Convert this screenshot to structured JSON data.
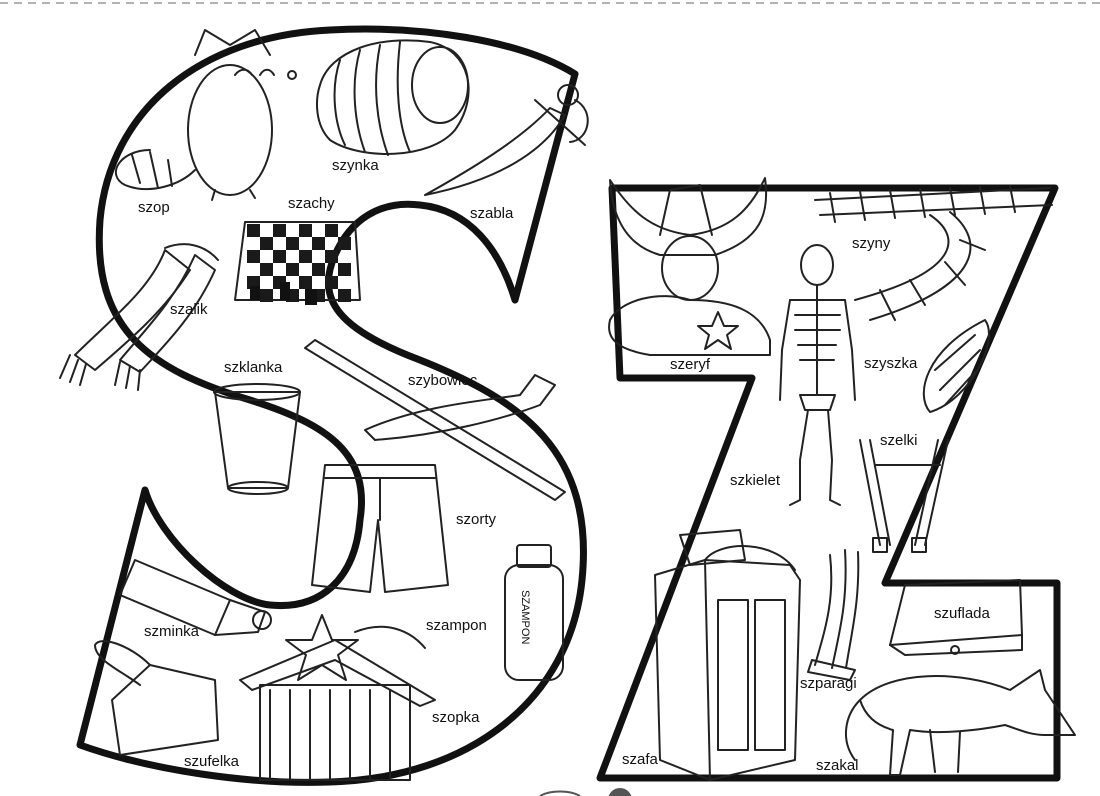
{
  "letters": [
    "S",
    "Z"
  ],
  "colors": {
    "ink": "#111111",
    "paper": "#ffffff",
    "shade": "#bdbdbd"
  },
  "words": {
    "szop": "szop",
    "szynka": "szynka",
    "szabla": "szabla",
    "szachy": "szachy",
    "szalik": "szalik",
    "szklanka": "szklanka",
    "szybowiec": "szybowiec",
    "szorty": "szorty",
    "szampon": "szampon",
    "szminka": "szminka",
    "szopka": "szopka",
    "szufelka": "szufelka",
    "szeryf": "szeryf",
    "szyny": "szyny",
    "szkielet": "szkielet",
    "szyszka": "szyszka",
    "szelki": "szelki",
    "szafa": "szafa",
    "szparagi": "szparagi",
    "szuflada": "szuflada",
    "szakal": "szakal"
  },
  "shampoo_label": "SZAMPON"
}
